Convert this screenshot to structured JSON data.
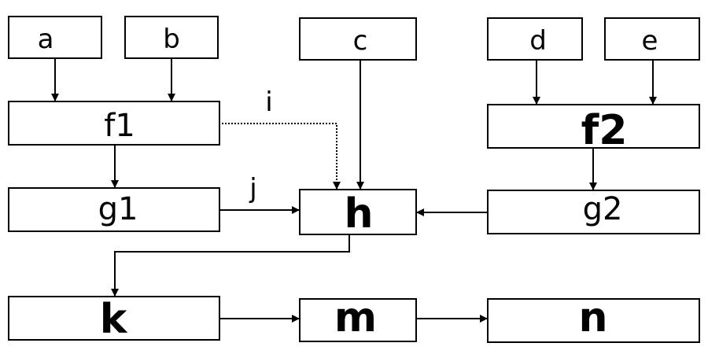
{
  "diagram": {
    "nodes": {
      "a": "a",
      "b": "b",
      "c": "c",
      "d": "d",
      "e": "e",
      "f1": "f1",
      "f2": "f2",
      "g1": "g1",
      "g2": "g2",
      "h": "h",
      "k": "k",
      "m": "m",
      "n": "n"
    },
    "edge_labels": {
      "i": "i",
      "j": "j"
    },
    "edges": [
      {
        "from": "a",
        "to": "f1"
      },
      {
        "from": "b",
        "to": "f1"
      },
      {
        "from": "d",
        "to": "f2"
      },
      {
        "from": "e",
        "to": "f2"
      },
      {
        "from": "f1",
        "to": "g1"
      },
      {
        "from": "f2",
        "to": "g2"
      },
      {
        "from": "f1",
        "to": "h",
        "label": "i",
        "style": "dotted"
      },
      {
        "from": "c",
        "to": "h"
      },
      {
        "from": "g1",
        "to": "h",
        "label": "j"
      },
      {
        "from": "g2",
        "to": "h"
      },
      {
        "from": "h",
        "to": "k"
      },
      {
        "from": "k",
        "to": "m"
      },
      {
        "from": "m",
        "to": "n"
      }
    ]
  }
}
